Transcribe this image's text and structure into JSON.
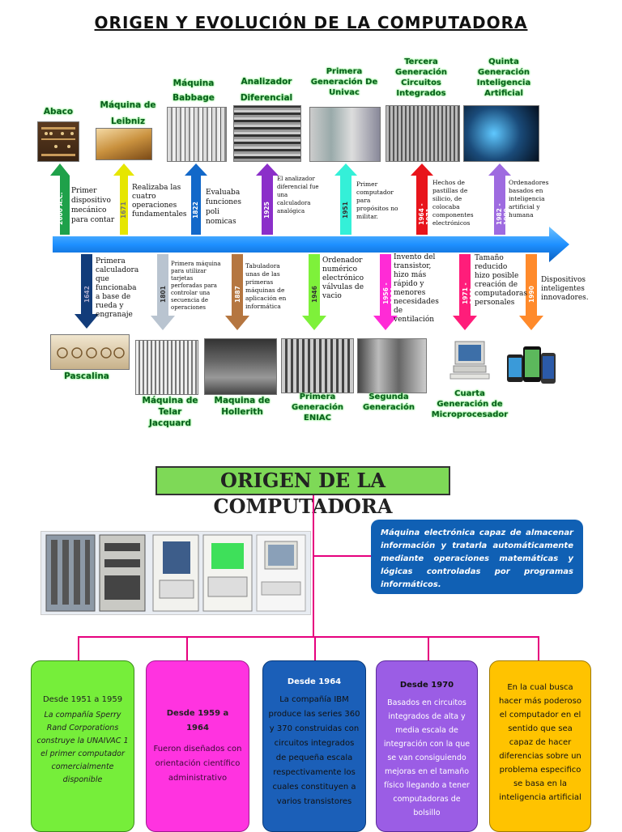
{
  "page_title": "ORIGEN Y EVOLUCIÓN DE LA COMPUTADORA",
  "top_generations": [
    {
      "title": "Abaco",
      "year": "2600 A.C.",
      "desc": "Primer dispositivo mecánico para contar"
    },
    {
      "title": "Máquina de Leibniz",
      "year": "1671",
      "desc": "Realizaba las cuatro operaciones fundamentales"
    },
    {
      "title": "Máquina Babbage",
      "year": "1822",
      "desc": "Evaluaba funciones poli nomicas"
    },
    {
      "title": "Analizador Diferencial",
      "year": "1925",
      "desc": "El analizador diferencial fue una calculadora analógica"
    },
    {
      "title": "Primera Generación De Univac",
      "year": "1951",
      "desc": "Primer computador para propósitos no militar."
    },
    {
      "title": "Tercera Generación Circuitos Integrados",
      "year": "1964 - 1971",
      "desc": "Hechos de pastillas de silicio, de colocaba componentes electrónicos"
    },
    {
      "title": "Quinta Generación Inteligencia Artificial",
      "year": "1982 - 1989",
      "desc": "Ordenadores basados en inteligencia artificial y humana"
    }
  ],
  "bottom_generations": [
    {
      "title": "Pascalina",
      "year": "1642",
      "desc": "Primera calculadora que funcionaba a base de rueda y engranaje"
    },
    {
      "title": "Máquina de Telar Jacquard",
      "year": "1801",
      "desc": "Primera máquina para utilizar tarjetas perforadas para controlar una secuencia de operaciones"
    },
    {
      "title": "Maquina de Hollerith",
      "year": "1887",
      "desc": "Tabuladora unas de las primeras máquinas de aplicación en informática"
    },
    {
      "title": "Primera Generación ENIAC",
      "year": "1946",
      "desc": "Ordenador numérico electrónico válvulas de vacio"
    },
    {
      "title": "Segunda Generación",
      "year": "1956 - 1964",
      "desc": "Invento del transistor, hizo más rápido y menores necesidades de ventilación"
    },
    {
      "title": "Cuarta Generación de Microprocesador",
      "year": "1971 - 1981",
      "desc": "Tamaño reducido hizo posible creación de computadoras personales"
    },
    {
      "title": "",
      "year": "1990",
      "desc": "Dispositivos inteligentes innovadores."
    }
  ],
  "org": {
    "title": "ORIGEN DE LA COMPUTADORA",
    "definition": "Máquina electrónica capaz de almacenar información y tratarla automáticamente mediante operaciones matemáticas y lógicas controladas por programas informáticos.",
    "boxes": [
      {
        "heading": "Desde 1951 a 1959",
        "text": "La compañía Sperry Rand Corporations construye la UNAIVAC 1 el primer computador comercialmente disponible"
      },
      {
        "heading": "Desde 1959 a 1964",
        "text": "Fueron diseñados con orientación científico administrativo"
      },
      {
        "heading": "Desde 1964",
        "text": "La compañía IBM produce las series 360 y 370 construidas con circuitos integrados de pequeña escala respectivamente los cuales constituyen a varios transistores"
      },
      {
        "heading": "Desde 1970",
        "text": "Basados en circuitos integrados de alta y media escala de integración con la que se van consiguiendo mejoras en el tamaño físico llegando a tener computadoras de bolsillo"
      },
      {
        "heading": "",
        "text": "En la cual busca hacer más poderoso el computador en el sentido que sea capaz de hacer diferencias sobre un problema especifico se basa en la inteligencia artificial"
      }
    ]
  },
  "colors": {
    "timeline": "#1e90ff",
    "org_title_bg": "#7ed957",
    "definition_bg": "#1060b4",
    "connector": "#e6007e",
    "box_colors": [
      "#76ee3a",
      "#ff33e0",
      "#1b5fb8",
      "#9b5de5",
      "#ffc300"
    ]
  }
}
